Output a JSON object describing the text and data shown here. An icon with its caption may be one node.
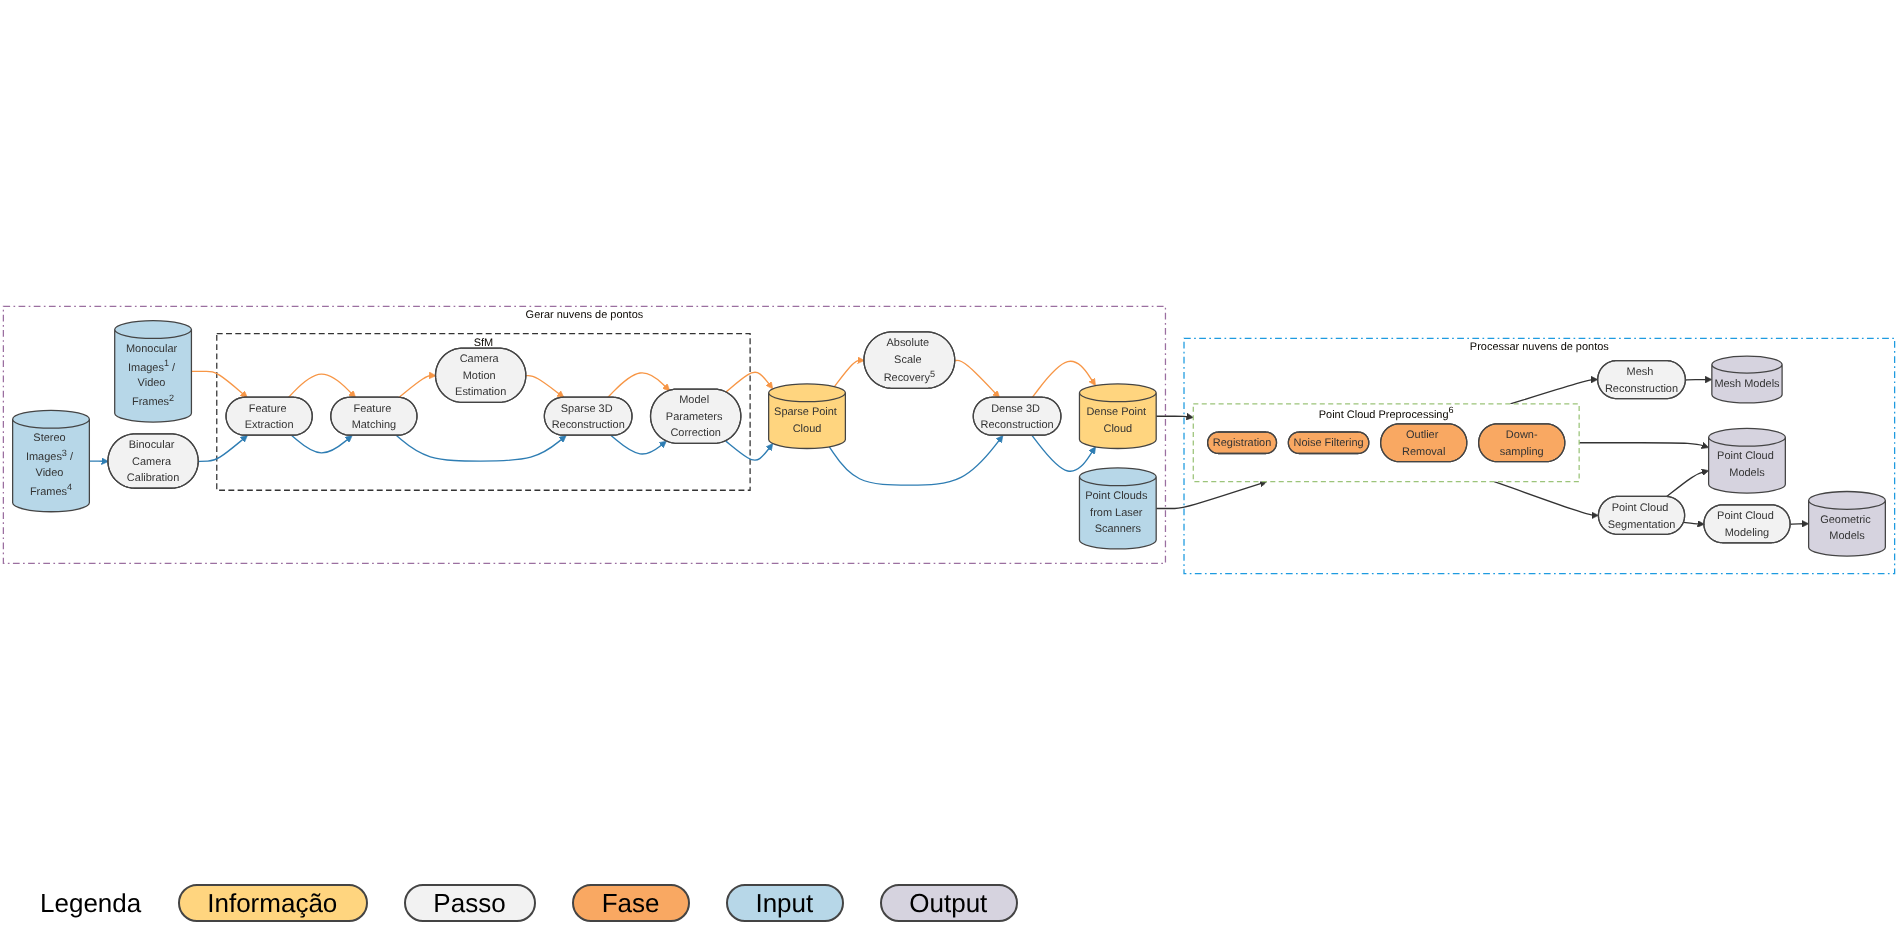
{
  "diagram": {
    "nodes": [
      {
        "text": [
          "Gerar nuvens de pontos"
        ]
      },
      {
        "text": [
          "SfM"
        ],
        "in": 0
      },
      {
        "text": [
          "Monocular Images$^{1}$ / Video Frames$^{2}$"
        ],
        "in": 0
      },
      {
        "text": [
          "Stereo Images$^{3}$ / Video Frames$^{4}$"
        ],
        "in": 0
      },
      {
        "text": [
          "Camera Motion Estimation"
        ],
        "in": 1
      },
      {
        "text": [
          "Feature Extraction"
        ],
        "in": 1
      },
      {
        "text": [
          "Feature Matching"
        ],
        "in": 1
      },
      {
        "text": [
          "Sparse 3D Reconstruction"
        ],
        "in": 1
      },
      {
        "text": [
          "Model Parameters Correction"
        ],
        "in": 1
      },
      {
        "text": [
          "Binocular Camera Calibration"
        ],
        "in": 0
      },
      {
        "text": [
          "Sparse Point Cloud"
        ],
        "in": 0
      },
      {
        "text": [
          "Absolute Scale Recovery$^{5}$"
        ],
        "in": 0
      },
      {
        "text": [
          "Dense 3D Reconstruction"
        ],
        "in": 0
      },
      {
        "text": [
          "Dense Point Cloud"
        ],
        "in": 0
      },
      {
        "text": [
          "Point Clouds from Laser Scanners"
        ],
        "in": 0
      },
      {
        "text": [
          "Processar nuvens de pontos"
        ]
      },
      {
        "text": [
          "Mesh Reconstruction"
        ],
        "in": 15
      },
      {
        "text": [
          "Point Cloud Preprocessing$^{6}$"
        ],
        "in": 15
      },
      {
        "text": [
          "Registration"
        ],
        "in": 17
      },
      {
        "text": [
          "Noise Filtering"
        ],
        "in": 17
      },
      {
        "text": [
          "Outlier Removal"
        ],
        "in": 17
      },
      {
        "text": [
          "Down-sampling"
        ],
        "in": 17
      },
      {
        "text": [
          "Point Cloud Segmentation"
        ],
        "in": 15
      },
      {
        "text": [
          "Mesh Models"
        ],
        "in": 15
      },
      {
        "text": [
          "Point Cloud Models"
        ],
        "in": 15
      },
      {
        "text": [
          "Geometric Models"
        ],
        "in": 15
      },
      {
        "text": [
          "Point Cloud Modeling"
        ],
        "in": 15
      }
    ],
    "edges": [
      {
        "from": 2,
        "to": 5,
        "arrow": "to",
        "color": "#f79646"
      },
      {
        "from": 3,
        "to": 9,
        "arrow": "to",
        "color": "#2e7db3"
      },
      {
        "from": 9,
        "to": 5,
        "arrow": "to",
        "color": "#2e7db3"
      },
      {
        "from": 5,
        "to": 6,
        "arrow": "to",
        "color": "#f79646"
      },
      {
        "from": 5,
        "to": 6,
        "arrow": "to",
        "color": "#2e7db3"
      },
      {
        "from": 6,
        "to": 4,
        "arrow": "to",
        "color": "#f79646"
      },
      {
        "from": 6,
        "to": 7,
        "arrow": "to",
        "color": "#2e7db3"
      },
      {
        "from": 4,
        "to": 7,
        "arrow": "to",
        "color": "#f79646"
      },
      {
        "from": 7,
        "to": 8,
        "arrow": "to",
        "color": "#f79646"
      },
      {
        "from": 7,
        "to": 8,
        "arrow": "to",
        "color": "#2e7db3"
      },
      {
        "from": 8,
        "to": 10,
        "arrow": "to",
        "color": "#f79646"
      },
      {
        "from": 8,
        "to": 10,
        "arrow": "to",
        "color": "#2e7db3"
      },
      {
        "from": 10,
        "to": 11,
        "arrow": "to",
        "color": "#f79646"
      },
      {
        "from": 10,
        "to": 12,
        "arrow": "to",
        "color": "#2e7db3"
      },
      {
        "from": 11,
        "to": 12,
        "arrow": "to",
        "color": "#f79646"
      },
      {
        "from": 12,
        "to": 13,
        "arrow": "to",
        "color": "#f79646"
      },
      {
        "from": 12,
        "to": 13,
        "arrow": "to",
        "color": "#2e7db3"
      },
      {
        "from": 13,
        "to": 17,
        "arrow": "to",
        "color": "#333333"
      },
      {
        "from": 14,
        "to": 17,
        "arrow": "to",
        "color": "#333333"
      },
      {
        "from": 17,
        "to": 16,
        "arrow": "to",
        "color": "#333333"
      },
      {
        "from": 16,
        "to": 23,
        "arrow": "to",
        "color": "#333333"
      },
      {
        "from": 17,
        "to": 24,
        "arrow": "to",
        "color": "#333333"
      },
      {
        "from": 17,
        "to": 22,
        "arrow": "to",
        "color": "#333333"
      },
      {
        "from": 22,
        "to": 24,
        "arrow": "to",
        "color": "#333333"
      },
      {
        "from": 22,
        "to": 26,
        "arrow": "to",
        "color": "#333333"
      },
      {
        "from": 26,
        "to": 25,
        "arrow": "to",
        "color": "#333333"
      }
    ],
    "labels": [
      "Legenda"
    ],
    "legend": [
      {
        "text": "Informação",
        "color": "#ffd57f"
      },
      {
        "text": "Passo",
        "color": "#f2f2f2"
      },
      {
        "text": "Fase",
        "color": "#f9a862"
      },
      {
        "text": "Input",
        "color": "#b7d7e8"
      },
      {
        "text": "Output",
        "color": "#d6d3df"
      }
    ]
  }
}
